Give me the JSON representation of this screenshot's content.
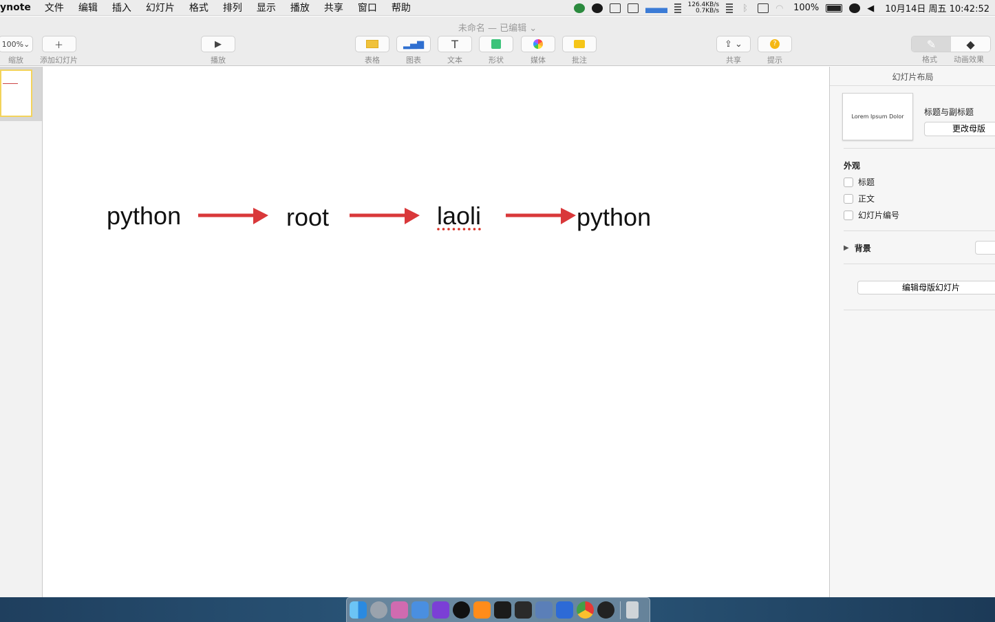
{
  "menubar": {
    "app": "ynote",
    "items": [
      "文件",
      "编辑",
      "插入",
      "幻灯片",
      "格式",
      "排列",
      "显示",
      "播放",
      "共享",
      "窗口",
      "帮助"
    ],
    "net_up": "126.4KB/s",
    "net_down": "0.7KB/s",
    "battery": "100%",
    "clock": "10月14日 周五  10:42:52"
  },
  "toolbar": {
    "doc_title": "未命名 — 已编辑 ⌄",
    "zoom": "100%",
    "zoom_label": "缩放",
    "add_slide_label": "添加幻灯片",
    "play_label": "播放",
    "table_label": "表格",
    "chart_label": "图表",
    "text_label": "文本",
    "shape_label": "形状",
    "media_label": "媒体",
    "comment_label": "批注",
    "share_label": "共享",
    "tips_label": "提示",
    "format_label": "格式",
    "animate_label": "动画效果"
  },
  "slide": {
    "nodes": [
      "python",
      "root",
      "laoli",
      "python"
    ],
    "arrow_color": "#d9383a"
  },
  "inspector": {
    "title": "幻灯片布局",
    "master_thumb_text": "Lorem Ipsum Dolor",
    "master_name": "标题与副标题",
    "change_master": "更改母版",
    "appearance": "外观",
    "checkboxes": [
      "标题",
      "正文",
      "幻灯片编号"
    ],
    "background": "背景",
    "edit_master": "编辑母版幻灯片"
  },
  "colors": {
    "accent_yellow": "#f3d35a",
    "toolbar_bg": "#ececec"
  }
}
